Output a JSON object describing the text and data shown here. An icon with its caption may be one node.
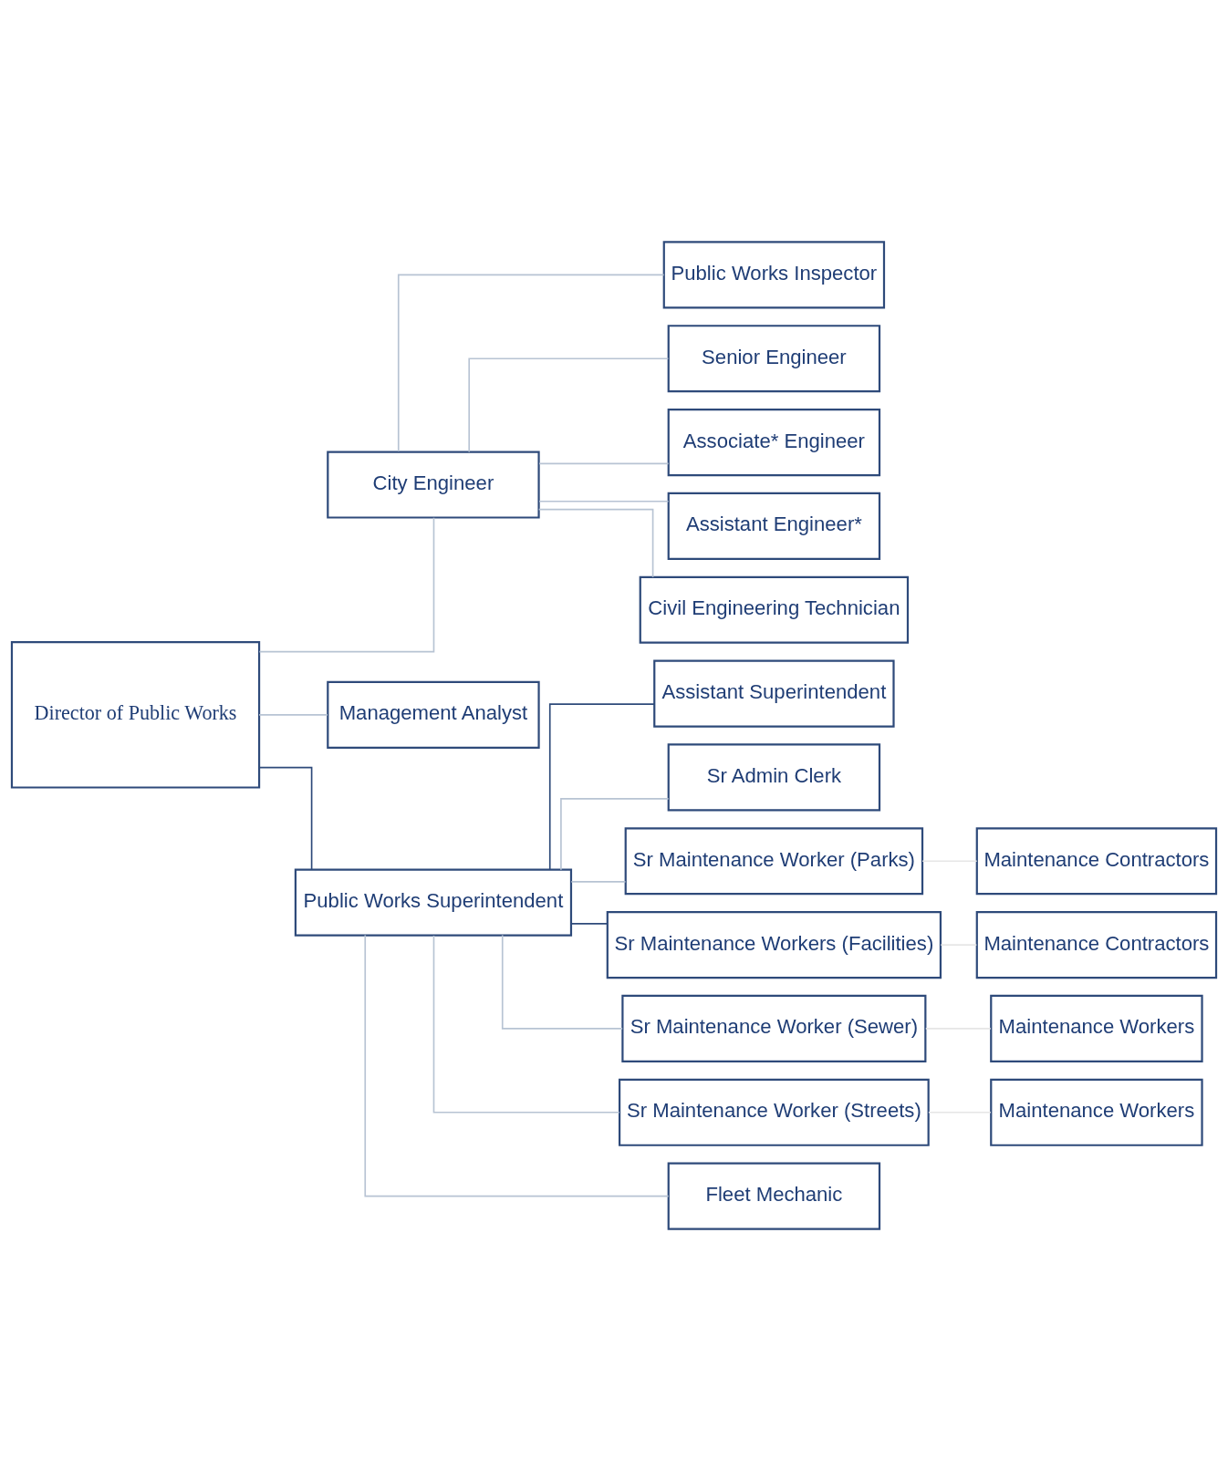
{
  "diagram": {
    "nodes": [
      {
        "text": [
          "Director of Public Works"
        ]
      },
      {
        "text": [
          "City Engineer"
        ]
      },
      {
        "text": [
          "Management Analyst"
        ]
      },
      {
        "text": [
          "Public Works Superintendent"
        ]
      },
      {
        "text": [
          "Public Works Inspector"
        ]
      },
      {
        "text": [
          "Senior Engineer"
        ]
      },
      {
        "text": [
          "Associate* Engineer"
        ]
      },
      {
        "text": [
          "Assistant Engineer*"
        ]
      },
      {
        "text": [
          "Civil Engineering Technician"
        ]
      },
      {
        "text": [
          "Assistant Superintendent"
        ]
      },
      {
        "text": [
          "Sr Admin Clerk"
        ]
      },
      {
        "text": [
          "Sr Maintenance Worker (Parks)"
        ]
      },
      {
        "text": [
          "Maintenance Contractors"
        ]
      },
      {
        "text": [
          "Sr Maintenance Workers (Facilities)"
        ]
      },
      {
        "text": [
          "Maintenance Contractors"
        ]
      },
      {
        "text": [
          "Sr Maintenance Worker (Sewer)"
        ]
      },
      {
        "text": [
          "Maintenance Workers"
        ]
      },
      {
        "text": [
          "Sr Maintenance Worker (Streets)"
        ]
      },
      {
        "text": [
          "Maintenance Workers"
        ]
      },
      {
        "text": [
          "Fleet Mechanic"
        ]
      }
    ],
    "edges": [
      {
        "from": 0,
        "to": 1,
        "arrow": "none"
      },
      {
        "from": 0,
        "to": 2,
        "arrow": "none"
      },
      {
        "from": 0,
        "to": 3,
        "arrow": "none",
        "color": "#2e4a7a"
      },
      {
        "from": 1,
        "to": 4,
        "arrow": "none"
      },
      {
        "from": 1,
        "to": 5,
        "arrow": "none"
      },
      {
        "from": 1,
        "to": 6,
        "arrow": "none"
      },
      {
        "from": 1,
        "to": 7,
        "arrow": "none"
      },
      {
        "from": 1,
        "to": 8,
        "arrow": "none"
      },
      {
        "from": 3,
        "to": 9,
        "arrow": "none",
        "color": "#2e4a7a"
      },
      {
        "from": 3,
        "to": 10,
        "arrow": "none"
      },
      {
        "from": 3,
        "to": 11,
        "arrow": "none"
      },
      {
        "from": 3,
        "to": 13,
        "arrow": "none",
        "color": "#2e4a7a"
      },
      {
        "from": 3,
        "to": 15,
        "arrow": "none"
      },
      {
        "from": 3,
        "to": 17,
        "arrow": "none"
      },
      {
        "from": 3,
        "to": 19,
        "arrow": "none"
      },
      {
        "from": 11,
        "to": 12,
        "arrow": "none",
        "color": "#e6e6e6"
      },
      {
        "from": 13,
        "to": 14,
        "arrow": "none",
        "color": "#e6e6e6"
      },
      {
        "from": 15,
        "to": 16,
        "arrow": "none",
        "color": "#e6e6e6"
      },
      {
        "from": 17,
        "to": 18,
        "arrow": "none",
        "color": "#e6e6e6"
      }
    ]
  }
}
